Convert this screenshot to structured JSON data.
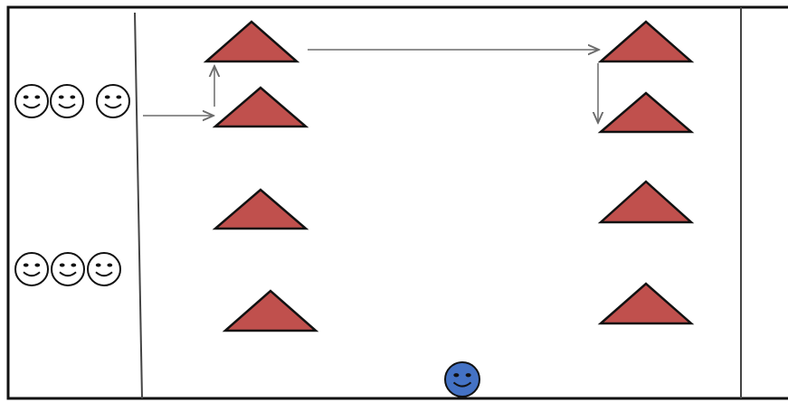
{
  "colors": {
    "border": "#111111",
    "cone_fill": "#c0504d",
    "cone_stroke": "#111111",
    "arrow": "#6b6b6b",
    "player_face": "#ffffff",
    "coach_face": "#4472c4"
  },
  "icons": {
    "player": "smiley-face-icon",
    "coach": "smiley-face-icon",
    "cone": "triangle-cone-icon"
  },
  "groups": {
    "top_group_count": 3,
    "bottom_group_count": 3
  },
  "cones": {
    "left_column_count": 4,
    "right_column_count": 4
  }
}
